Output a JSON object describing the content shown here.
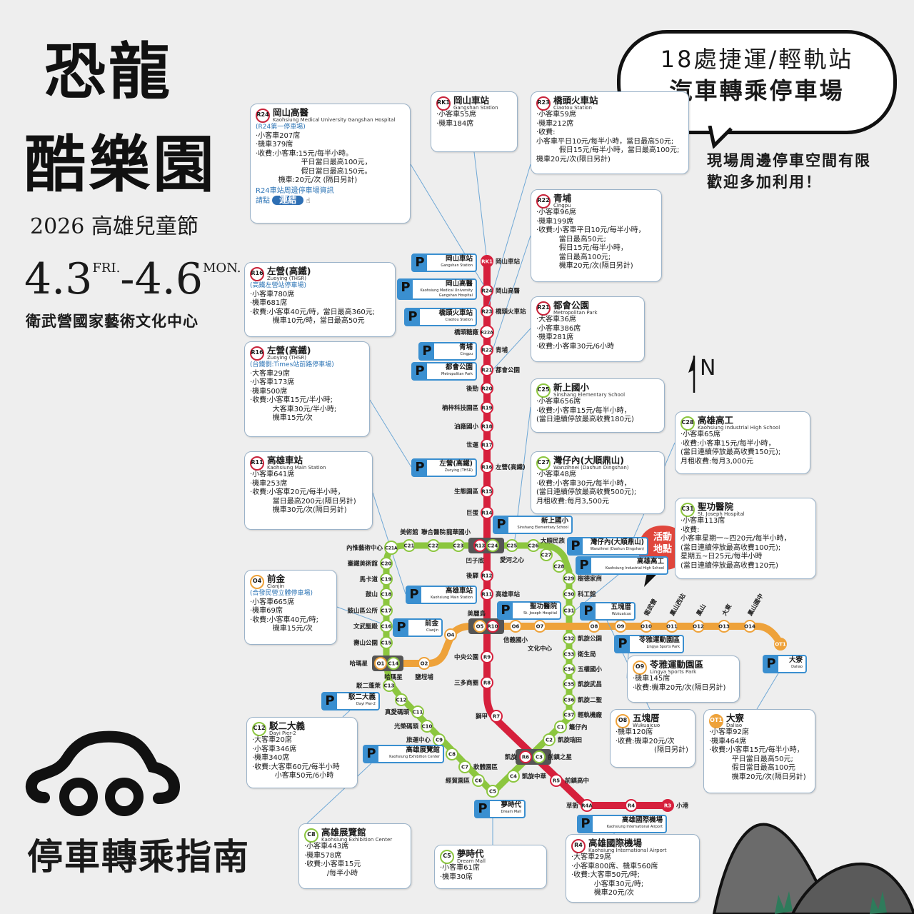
{
  "header": {
    "title_line1": "恐龍",
    "title_line2": "酷樂園",
    "event": "2026 高雄兒童節",
    "date_start": "4.3",
    "day_start": "FRI.",
    "date_sep": "-",
    "date_end": "4.6",
    "day_end": "MON.",
    "venue": "衛武營國家藝術文化中心"
  },
  "bubble": {
    "line1": "18處捷運/輕軌站",
    "line2": "汽車轉乘停車場"
  },
  "notice": {
    "line1": "現場周邊停車空間有限",
    "line2": "歡迎多加利用！"
  },
  "guide_title": "停車轉乘指南",
  "venue_marker": {
    "line1": "活動",
    "line2": "地點"
  },
  "north_label": "N",
  "colors": {
    "red_line": "#d6203c",
    "orange_line": "#eea23a",
    "green_line": "#8cc63f",
    "parking_blue": "#3a8fd0",
    "marker_red": "#e0463c"
  },
  "lines": {
    "red": [
      {
        "code": "RK1",
        "name": "岡山車站"
      },
      {
        "code": "R24",
        "name": "岡山高醫"
      },
      {
        "code": "R23",
        "name": "橋頭火車站"
      },
      {
        "code": "R22A",
        "name": "橋頭糖廠"
      },
      {
        "code": "R22",
        "name": "青埔"
      },
      {
        "code": "R21",
        "name": "都會公園"
      },
      {
        "code": "R20",
        "name": "後勁"
      },
      {
        "code": "R19",
        "name": "楠梓科技園區"
      },
      {
        "code": "R18",
        "name": "油廠國小"
      },
      {
        "code": "R17",
        "name": "世運"
      },
      {
        "code": "R16",
        "name": "左營(高鐵)"
      },
      {
        "code": "R15",
        "name": "生態園區"
      },
      {
        "code": "R14",
        "name": "巨蛋"
      },
      {
        "code": "R13",
        "name": "凹子底"
      },
      {
        "code": "R12",
        "name": "後驛"
      },
      {
        "code": "R11",
        "name": "高雄車站"
      },
      {
        "code": "R10",
        "name": "美麗島"
      },
      {
        "code": "R9",
        "name": "中央公園"
      },
      {
        "code": "R8",
        "name": "三多商圈"
      },
      {
        "code": "R7",
        "name": "獅甲"
      },
      {
        "code": "R6",
        "name": "凱旋"
      },
      {
        "code": "R5",
        "name": "前鎮高中"
      },
      {
        "code": "R4A",
        "name": "草衙"
      },
      {
        "code": "R4",
        "name": ""
      },
      {
        "code": "R3",
        "name": "小港"
      }
    ],
    "orange": [
      {
        "code": "O1",
        "name": "哈瑪星"
      },
      {
        "code": "O2",
        "name": "鹽埕埔"
      },
      {
        "code": "O4",
        "name": ""
      },
      {
        "code": "O5",
        "name": ""
      },
      {
        "code": "O6",
        "name": "信義國小"
      },
      {
        "code": "O7",
        "name": "文化中心"
      },
      {
        "code": "O8",
        "name": ""
      },
      {
        "code": "O9",
        "name": ""
      },
      {
        "code": "O10",
        "name": "衛武營"
      },
      {
        "code": "O11",
        "name": "鳳山西站"
      },
      {
        "code": "O12",
        "name": "鳳山"
      },
      {
        "code": "O13",
        "name": "大東"
      },
      {
        "code": "O14",
        "name": "鳳山國中"
      },
      {
        "code": "OT1",
        "name": ""
      }
    ],
    "green": [
      {
        "code": "C1",
        "name": "籬仔內"
      },
      {
        "code": "C2",
        "name": "凱旋瑞田"
      },
      {
        "code": "C3",
        "name": "前鎮之星"
      },
      {
        "code": "C4",
        "name": "凱旋中華"
      },
      {
        "code": "C5",
        "name": ""
      },
      {
        "code": "C6",
        "name": "經貿園區"
      },
      {
        "code": "C7",
        "name": "軟體園區"
      },
      {
        "code": "C8",
        "name": ""
      },
      {
        "code": "C9",
        "name": "旅運中心"
      },
      {
        "code": "C10",
        "name": "光榮碼頭"
      },
      {
        "code": "C11",
        "name": "真愛碼頭"
      },
      {
        "code": "C12",
        "name": ""
      },
      {
        "code": "C13",
        "name": "駁二蓬萊"
      },
      {
        "code": "C14",
        "name": "哈瑪星"
      },
      {
        "code": "C15",
        "name": "壽山公園"
      },
      {
        "code": "C16",
        "name": "文武聖殿"
      },
      {
        "code": "C17",
        "name": "鼓山區公所"
      },
      {
        "code": "C18",
        "name": "鼓山"
      },
      {
        "code": "C19",
        "name": "馬卡道"
      },
      {
        "code": "C20",
        "name": "臺鐵美術館"
      },
      {
        "code": "C21A",
        "name": "內惟藝術中心"
      },
      {
        "code": "C21",
        "name": "美術館"
      },
      {
        "code": "C22",
        "name": "聯合醫院"
      },
      {
        "code": "C23",
        "name": "龍華國小"
      },
      {
        "code": "C24",
        "name": "愛河之心"
      },
      {
        "code": "C25",
        "name": ""
      },
      {
        "code": "C26",
        "name": "大順民族"
      },
      {
        "code": "C27",
        "name": ""
      },
      {
        "code": "C28",
        "name": ""
      },
      {
        "code": "C29",
        "name": "樹德家商"
      },
      {
        "code": "C30",
        "name": "科工館"
      },
      {
        "code": "C31",
        "name": ""
      },
      {
        "code": "C32",
        "name": "凱旋公園"
      },
      {
        "code": "C33",
        "name": "衛生局"
      },
      {
        "code": "C34",
        "name": "五權國小"
      },
      {
        "code": "C35",
        "name": "凱旋武昌"
      },
      {
        "code": "C36",
        "name": "凱旋二聖"
      },
      {
        "code": "C37",
        "name": "輕軌機廠"
      }
    ]
  },
  "parking_labels": [
    {
      "name": "岡山車站",
      "en": "Gangshan Station"
    },
    {
      "name": "岡山高醫",
      "en": "Kaohsiung Medical University Gangshan Hospital"
    },
    {
      "name": "橋頭火車站",
      "en": "Ciaotou Station"
    },
    {
      "name": "青埔",
      "en": "Cingpu"
    },
    {
      "name": "都會公園",
      "en": "Metropolitan Park"
    },
    {
      "name": "左營(高鐵)",
      "en": "Zuoying (THSR)"
    },
    {
      "name": "新上國小",
      "en": "Sinshang Elementary School"
    },
    {
      "name": "灣仔內(大順鼎山)",
      "en": "Wanzihnei (Dashun Dingshan)"
    },
    {
      "name": "高雄高工",
      "en": "Kaohsiung Industrial High School"
    },
    {
      "name": "高雄車站",
      "en": "Kaohsiung Main Station"
    },
    {
      "name": "聖功醫院",
      "en": "St. Joseph Hospital"
    },
    {
      "name": "五塊厝",
      "en": "Wukuaicuo"
    },
    {
      "name": "前金",
      "en": "Cianjin"
    },
    {
      "name": "苓雅運動園區",
      "en": "Lingya Sports Park"
    },
    {
      "name": "大寮",
      "en": "Daliao"
    },
    {
      "name": "駁二大義",
      "en": "Dayi Pier-2"
    },
    {
      "name": "高雄展覽館",
      "en": "Kaohsiung Exhibition Center"
    },
    {
      "name": "夢時代",
      "en": "Dream Mall"
    },
    {
      "name": "高雄國際機場",
      "en": "Kaohsiung International Airport"
    }
  ],
  "boxes": [
    {
      "code": "R24",
      "type": "r",
      "name": "岡山高醫",
      "en": "Kaohsiung Medical University Gangshan Hospital",
      "sub": "(R24第一停車場)",
      "lines": [
        "·小客車207席",
        "·機車379席",
        "·收費:小客車:15元/每半小時。",
        "                    平日當日最高100元，",
        "                    假日當日最高150元。",
        "          機車:20元/次 (隔日另計)"
      ],
      "note": "R24車站周邊停車場資訊",
      "note2": "請點",
      "link": "連結"
    },
    {
      "code": "RK1",
      "type": "r",
      "name": "岡山車站",
      "en": "Gangshan Station",
      "lines": [
        "·小客車55席",
        "·機車184席"
      ]
    },
    {
      "code": "R23",
      "type": "r",
      "name": "橋頭火車站",
      "en": "Ciaotou Station",
      "lines": [
        "·小客車59席",
        "·機車212席",
        "·收費:",
        "小客車平日10元/每半小時，當日最高50元;",
        "          假日15元/每半小時，當日最高100元;",
        "機車20元/次(隔日另計)"
      ]
    },
    {
      "code": "R22",
      "type": "r",
      "name": "青埔",
      "en": "Cingpu",
      "lines": [
        "·小客車96席",
        "·機車199席",
        "·收費:小客車平日10元/每半小時，",
        "          當日最高50元;",
        "          假日15元/每半小時，",
        "          當日最高100元;",
        "          機車20元/次(隔日另計)"
      ]
    },
    {
      "code": "R16",
      "type": "r",
      "name": "左營(高鐵)",
      "en": "Zuoying (THSR)",
      "sub": "(高鐵左營站停車場)",
      "lines": [
        "·小客車780席",
        "·機車681席",
        "·收費:小客車40元/時，當日最高360元;",
        "          機車10元/時，當日最高50元"
      ]
    },
    {
      "code": "R21",
      "type": "r",
      "name": "都會公園",
      "en": "Metropolitan Park",
      "lines": [
        "·大客車36席",
        "·小客車386席",
        "·機車281席",
        "·收費:小客車30元/6小時"
      ]
    },
    {
      "code": "R16",
      "type": "r",
      "name": "左營(高鐵)",
      "en": "Zuoying (THSR)",
      "sub": "(台鐵側:Times站前路停車場)",
      "lines": [
        "·大客車29席",
        "·小客車173席",
        "·機車500席",
        "·收費:小客車15元/半小時;",
        "          大客車30元/半小時;",
        "          機車15元/次"
      ]
    },
    {
      "code": "C25",
      "type": "c",
      "name": "新上國小",
      "en": "Sinshang Elementary School",
      "lines": [
        "·小客車656席",
        "·收費:小客車15元/每半小時，",
        "(當日連續停放最高收費180元)"
      ]
    },
    {
      "code": "C28",
      "type": "c",
      "name": "高雄高工",
      "en": "Kaohsiung Industrial High School",
      "lines": [
        "·小客車65席",
        "·收費:小客車15元/每半小時，",
        "(當日連續停放最高收費150元);",
        "月租收費:每月3,000元"
      ]
    },
    {
      "code": "R11",
      "type": "r",
      "name": "高雄車站",
      "en": "Kaohsiung Main Station",
      "lines": [
        "·小客車641席",
        "·機車253席",
        "·收費:小客車20元/每半小時，",
        "          當日最高200元(隔日另計)",
        "          機車30元/次(隔日另計)"
      ]
    },
    {
      "code": "C27",
      "type": "c",
      "name": "灣仔內(大順鼎山)",
      "en": "Wanzihnei (Dashun Dingshan)",
      "lines": [
        "·小客車48席",
        "·收費:小客車30元/每半小時，",
        "(當日連續停放最高收費500元);",
        "月租收費:每月3,500元"
      ]
    },
    {
      "code": "C31",
      "type": "c",
      "name": "聖功醫院",
      "en": "St. Joseph Hospital",
      "lines": [
        "·小客車113席",
        "·收費:",
        "小客車星期一~四20元/每半小時，",
        "(當日連續停放最高收費100元);",
        "星期五~日25元/每半小時",
        "(當日連續停放最高收費120元)"
      ]
    },
    {
      "code": "O4",
      "type": "o",
      "name": "前金",
      "en": "Cianjin",
      "sub": "(合發民營立體停車場)",
      "lines": [
        "·小客車665席",
        "·機車69席",
        "·收費:小客車40元/時;",
        "          機車15元/次"
      ]
    },
    {
      "code": "O9",
      "type": "o",
      "name": "苓雅運動園區",
      "en": "Lingya Sports Park",
      "lines": [
        "·機車145席",
        "·收費:機車20元/次(隔日另計)"
      ]
    },
    {
      "code": "C12",
      "type": "c",
      "name": "駁二大義",
      "en": "Dayi Pier-2",
      "lines": [
        "·大客車20席",
        "·小客車346席",
        "·機車340席",
        "·收費:大客車60元/每半小時",
        "          小客車50元/6小時"
      ]
    },
    {
      "code": "O8",
      "type": "o",
      "name": "五塊厝",
      "en": "Wukuaicuo",
      "lines": [
        "·機車120席",
        "·收費:機車20元/次",
        "                 (隔日另計)"
      ]
    },
    {
      "code": "OT1",
      "type": "ot",
      "name": "大寮",
      "en": "Daliao",
      "lines": [
        "·小客車92席",
        "·機車464席",
        "·收費:小客車15元/每半小時，",
        "          平日當日最高50元;",
        "          假日當日最高100元",
        "          機車20元/次(隔日另計)"
      ]
    },
    {
      "code": "C8",
      "type": "c",
      "name": "高雄展覽館",
      "en": "Kaohsiung Exhibition Center",
      "lines": [
        "·小客車443席",
        "·機車578席",
        "·收費:小客車15元",
        "          /每半小時"
      ]
    },
    {
      "code": "C5",
      "type": "c",
      "name": "夢時代",
      "en": "Dream Mall",
      "lines": [
        "·小客車61席",
        "·機車30席"
      ]
    },
    {
      "code": "R4",
      "type": "r",
      "name": "高雄國際機場",
      "en": "Kaohsiung International Airport",
      "lines": [
        "·大客車29席",
        "·小客車800席、機車560席",
        "·收費:大客車50元/時;",
        "          小客車30元/時;",
        "          機車20元/次"
      ]
    }
  ]
}
